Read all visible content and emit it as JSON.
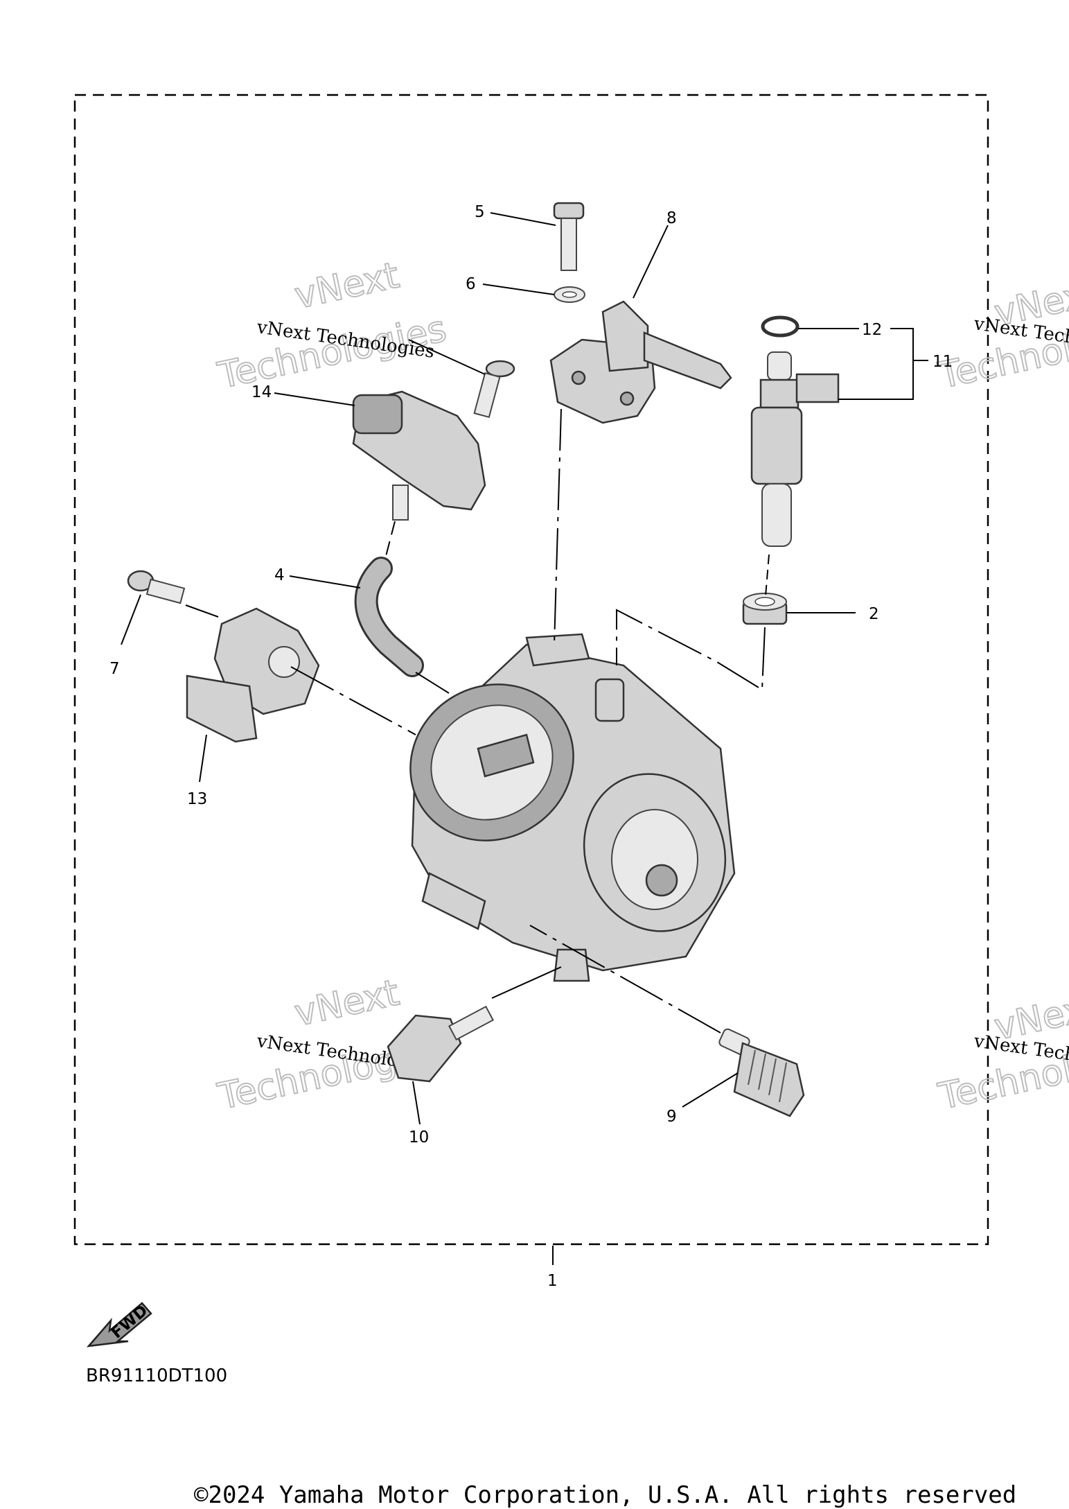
{
  "callouts": [
    "1",
    "2",
    "4",
    "5",
    "6",
    "7",
    "8",
    "9",
    "10",
    "11",
    "12",
    "13",
    "14"
  ],
  "fwd_label": "FWD",
  "diagram_code": "BR91110DT100",
  "copyright": "©2024 Yamaha Motor Corporation, U.S.A. All rights reserved",
  "watermark": {
    "line_small": "vNext Technologies",
    "large_top": "vNext",
    "large_bottom": "Technologies"
  }
}
